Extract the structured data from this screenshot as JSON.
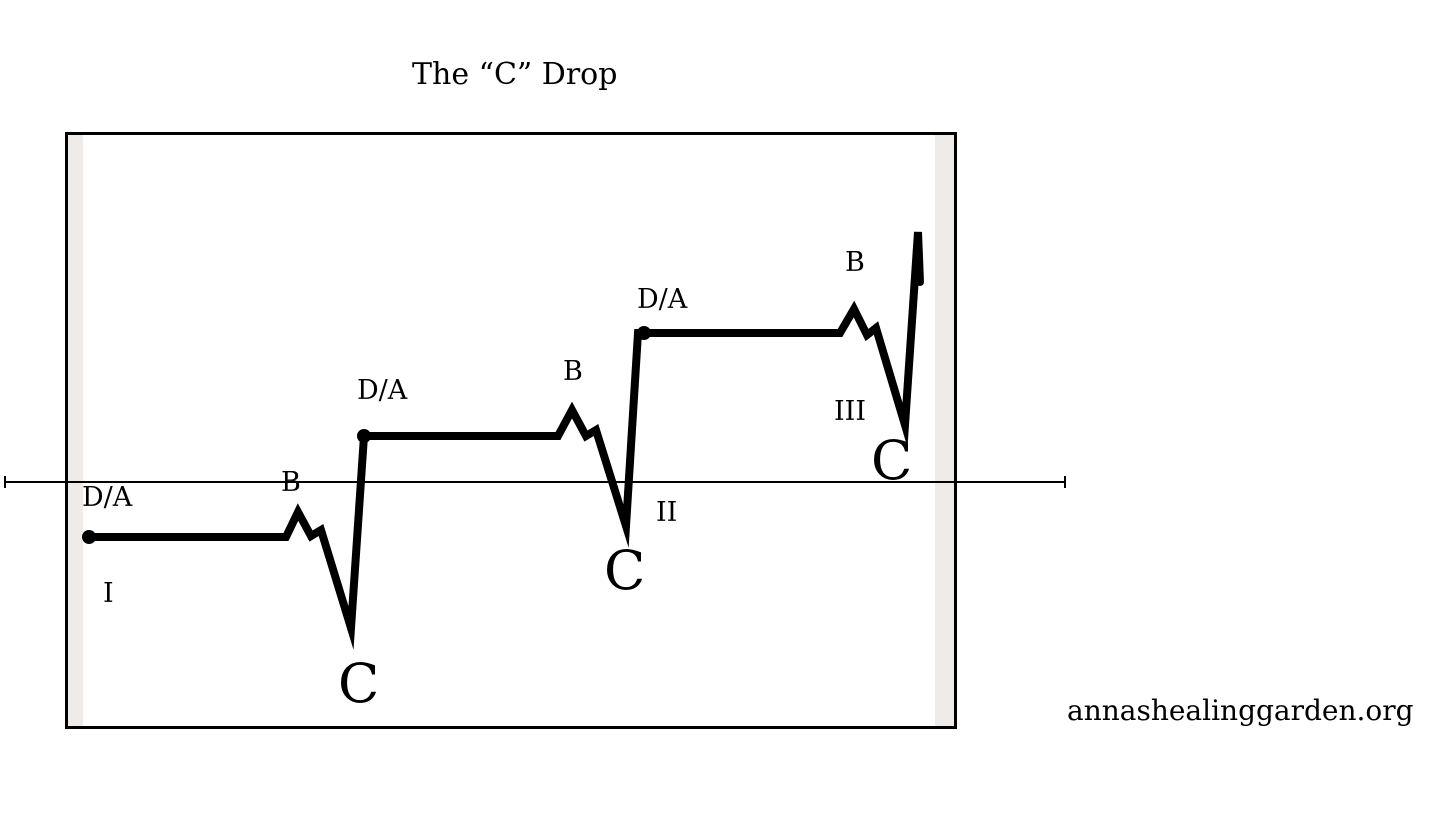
{
  "title": "The “C” Drop",
  "website": "annashealinggarden.org",
  "stages": [
    {
      "start_label": "D/A",
      "peak_label": "B",
      "drop_label": "C",
      "numeral": "I"
    },
    {
      "start_label": "D/A",
      "peak_label": "B",
      "drop_label": "C",
      "numeral": "II"
    },
    {
      "start_label": "D/A",
      "peak_label": "B",
      "drop_label": "C",
      "numeral": "III"
    }
  ]
}
